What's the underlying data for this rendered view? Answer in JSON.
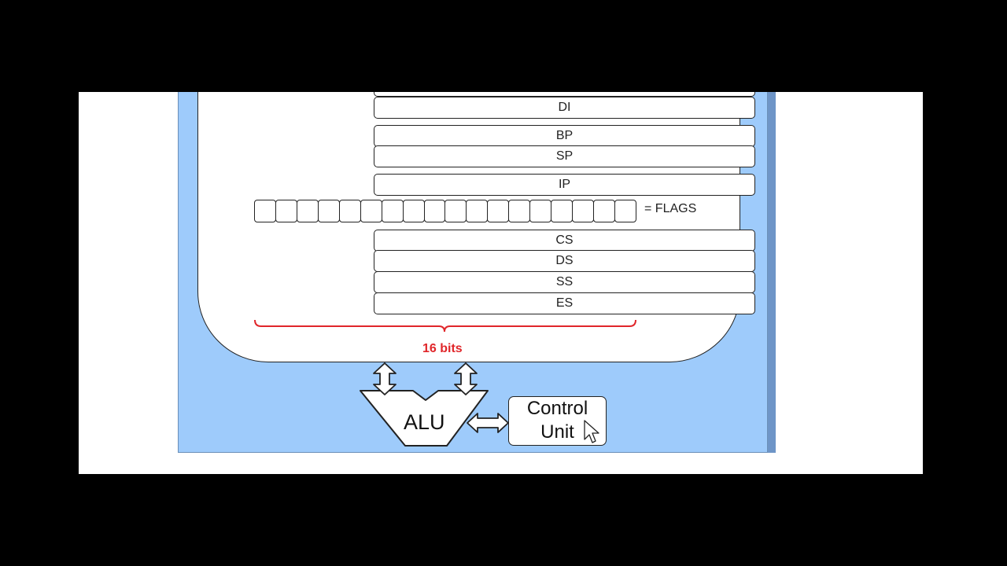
{
  "registers": {
    "di": "DI",
    "bp": "BP",
    "sp": "SP",
    "ip": "IP",
    "cs": "CS",
    "ds": "DS",
    "ss": "SS",
    "es": "ES"
  },
  "flags": {
    "label": "= FLAGS",
    "bit_count": 18
  },
  "width_label": "16 bits",
  "alu": {
    "label": "ALU"
  },
  "control_unit": {
    "line1": "Control",
    "line2": "Unit"
  },
  "colors": {
    "panel": "#9ecbfb",
    "accent_red": "#e0262a",
    "outline": "#222222"
  }
}
